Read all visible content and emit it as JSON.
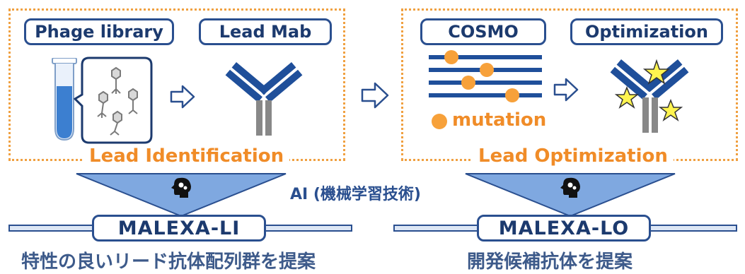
{
  "left_panel": {
    "phage_library_label": "Phage library",
    "lead_mab_label": "Lead Mab",
    "stage_label": "Lead Identification"
  },
  "right_panel": {
    "cosmo_label": "COSMO",
    "optimization_label": "Optimization",
    "mutation_label": "mutation",
    "stage_label": "Lead Optimization"
  },
  "ai_label": "AI (機械学習技術)",
  "malexa_li": {
    "label": "MALEXA-LI",
    "caption": "特性の良いリード抗体配列群を提案"
  },
  "malexa_lo": {
    "label": "MALEXA-LO",
    "caption": "開発候補抗体を提案"
  },
  "colors": {
    "navy": "#2a4f8f",
    "orange": "#f08c28",
    "light_blue": "#5b8fd0",
    "triangle": "#7fa8e0"
  }
}
